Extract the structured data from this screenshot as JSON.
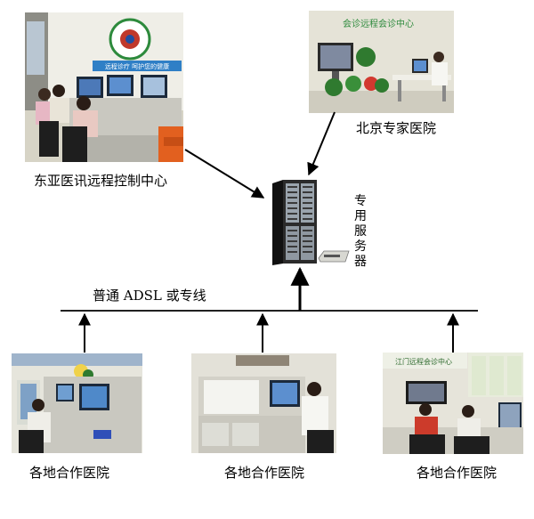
{
  "nodes": {
    "control_center": {
      "label": "东亚医讯远程控制中心"
    },
    "beijing_hospital": {
      "label": "北京专家医院"
    },
    "server": {
      "label": "专用服务器"
    },
    "network": {
      "label": "普通 ADSL 或专线"
    },
    "partners": [
      {
        "label": "各地合作医院"
      },
      {
        "label": "各地合作医院"
      },
      {
        "label": "各地合作医院"
      }
    ]
  },
  "photo_text": {
    "control_banner": "远程诊疗 呵护您的健康",
    "beijing_banner": "会诊远程会诊中心",
    "partner3_banner": "江门远程会诊中心"
  },
  "colors": {
    "line": "#000000",
    "wall": "#d8d8cc",
    "console": "#c9c9c2",
    "screen": "#3a5a8a",
    "chair": "#1e1e1e",
    "plant": "#2f7a2f",
    "server_body": "#2b2b2b"
  }
}
